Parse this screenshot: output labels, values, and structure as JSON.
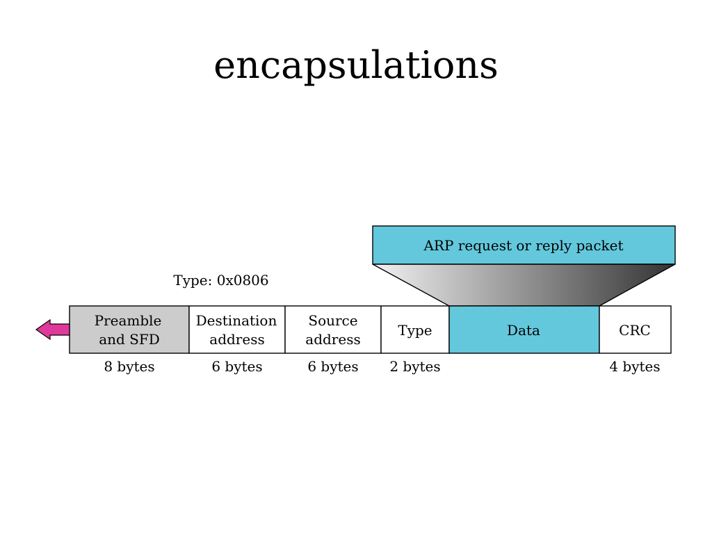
{
  "title": "encapsulations",
  "arp_packet_label": "ARP request or reply packet",
  "type_annotation": "Type: 0x0806",
  "fields": [
    {
      "line1": "Preamble",
      "line2": "and SFD",
      "size": "8 bytes"
    },
    {
      "line1": "Destination",
      "line2": "address",
      "size": "6 bytes"
    },
    {
      "line1": "Source",
      "line2": "address",
      "size": "6 bytes"
    },
    {
      "line1": "Type",
      "line2": "",
      "size": "2 bytes"
    },
    {
      "line1": "Data",
      "line2": "",
      "size": ""
    },
    {
      "line1": "CRC",
      "line2": "",
      "size": "4 bytes"
    }
  ],
  "colors": {
    "preamble_fill": "#cccccc",
    "data_fill": "#63c8dc",
    "arrow_fill": "#e0389b",
    "funnel_dark": "#333333",
    "funnel_light": "#f2f2f2"
  }
}
